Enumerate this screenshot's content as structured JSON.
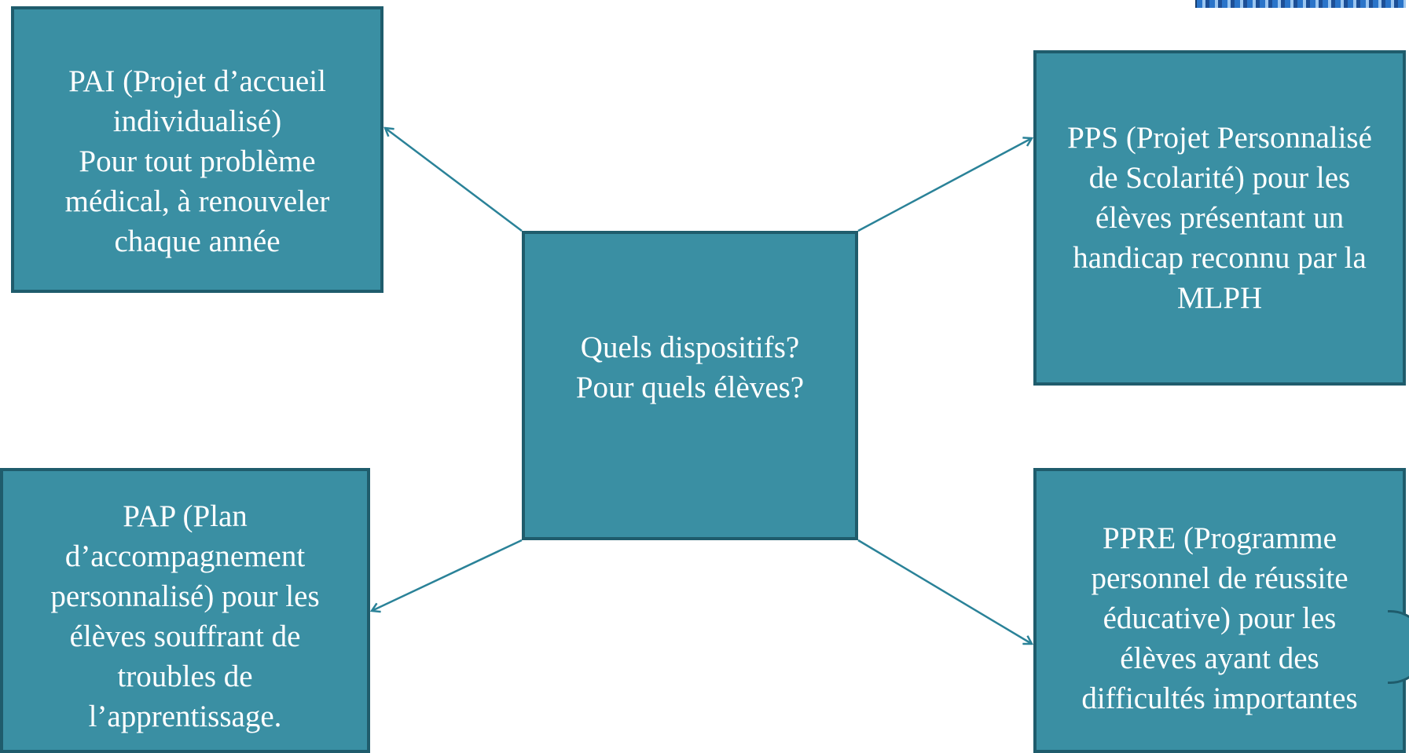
{
  "diagram": {
    "center": "Quels dispositifs?\nPour quels élèves?",
    "pai": "PAI (Projet d’accueil\nindividualisé)\nPour tout problème\nmédical, à renouveler\nchaque année",
    "pps": "PPS (Projet Personnalisé\nde Scolarité) pour les\nélèves  présentant un\nhandicap reconnu par la\nMLPH",
    "pap": "PAP (Plan\nd’accompagnement\npersonnalisé)  pour les\nélèves souffrant de\ntroubles de\nl’apprentissage.",
    "ppre": "PPRE (Programme\npersonnel de réussite\néducative) pour les\nélèves ayant des\ndifficultés importantes"
  },
  "colors": {
    "box_fill": "#3a8fa3",
    "box_border": "#1f5c6c",
    "arrow": "#2a8298",
    "text": "#ffffff"
  }
}
